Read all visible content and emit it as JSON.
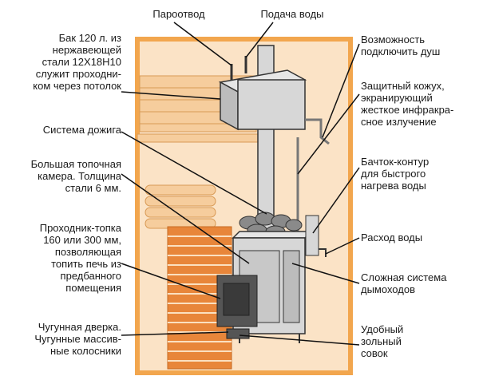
{
  "labels": {
    "steam_outlet": "Пароотвод",
    "water_supply": "Подача воды",
    "tank": "Бак 120 л. из\nнержавеющей\nстали 12Х18Н10\nслужит проходни-\nком через потолок",
    "afterburn": "Система дожига",
    "firebox": "Большая топочная\nкамера. Толщина\nстали 6 мм.",
    "tunnel": "Проходник-топка\n160 или 300 мм,\nпозволяющая\nтопить печь из\nпредбанного\nпомещения",
    "door": "Чугунная дверка.\nЧугунные массив-\nные колосники",
    "shower": "Возможность\nподключить душ",
    "casing": "Защитный кожух,\nэкранирующий\nжесткое инфракра-\nсное излучение",
    "contour": "Бачток-контур\nдля быстрого\nнагрева воды",
    "water_flow": "Расход воды",
    "flues": "Сложная система\nдымоходов",
    "ash_pan": "Удобный\nзольный\nсовок"
  },
  "colors": {
    "wall_fill": "#fbe3c6",
    "wall_border": "#f2a64e",
    "brick": "#e8863a",
    "mortar": "#fbe0c0",
    "wood": "#f6cd9d",
    "wood_line": "#d89a55",
    "metal": "#d7d7d7",
    "metal_dark": "#b4b4b4",
    "outline": "#333333",
    "leader": "#111111",
    "stone": "#8a8a8a"
  }
}
